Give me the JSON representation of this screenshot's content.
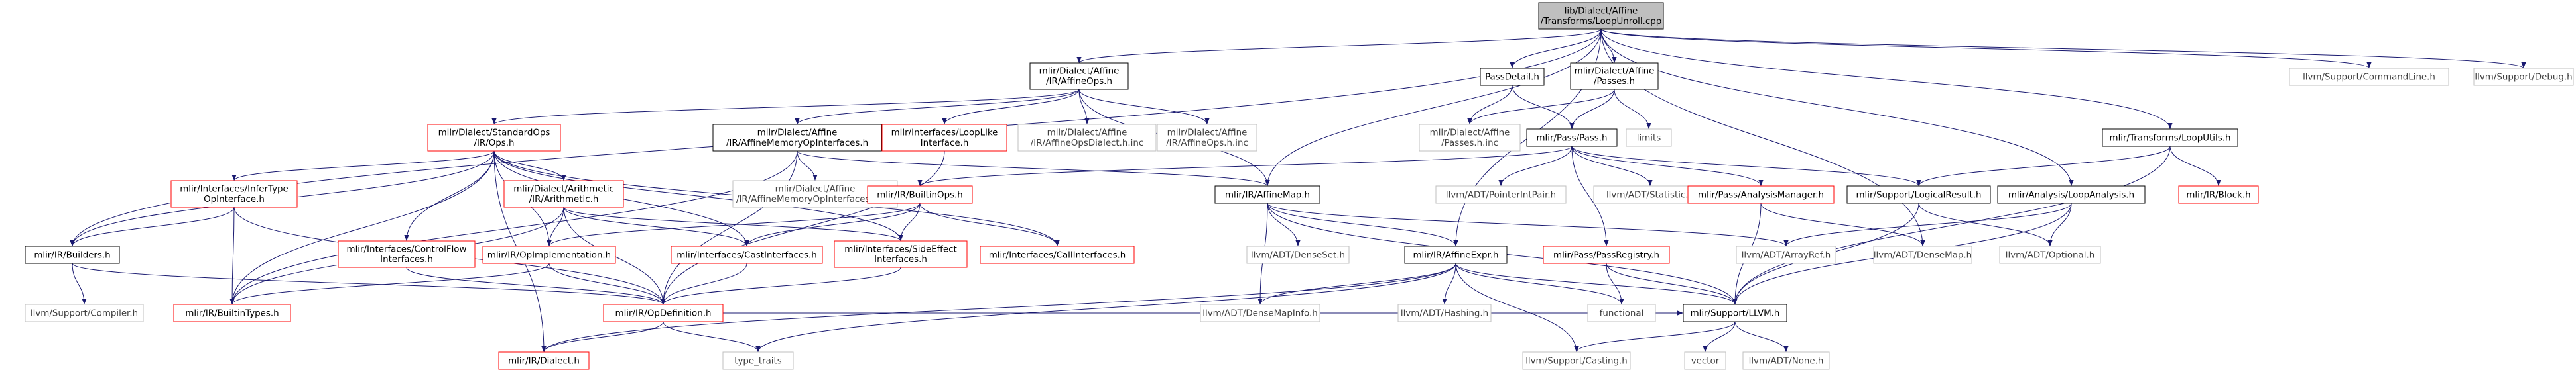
{
  "nodes": [
    {
      "id": "root",
      "lines": [
        "lib/Dialect/Affine",
        "/Transforms/LoopUnroll.cpp"
      ],
      "style": "root"
    },
    {
      "id": "n_affineops",
      "lines": [
        "mlir/Dialect/Affine",
        "/IR/AffineOps.h"
      ],
      "style": "normal"
    },
    {
      "id": "n_passdetail",
      "lines": [
        "PassDetail.h"
      ],
      "style": "normal"
    },
    {
      "id": "n_affinepasses",
      "lines": [
        "mlir/Dialect/Affine",
        "/Passes.h"
      ],
      "style": "normal"
    },
    {
      "id": "n_cmdline",
      "lines": [
        "llvm/Support/CommandLine.h"
      ],
      "style": "grey"
    },
    {
      "id": "n_debug",
      "lines": [
        "llvm/Support/Debug.h"
      ],
      "style": "grey"
    },
    {
      "id": "n_stdops",
      "lines": [
        "mlir/Dialect/StandardOps",
        "/IR/Ops.h"
      ],
      "style": "red"
    },
    {
      "id": "n_affinememif",
      "lines": [
        "mlir/Dialect/Affine",
        "/IR/AffineMemoryOpInterfaces.h"
      ],
      "style": "normal"
    },
    {
      "id": "n_looplike",
      "lines": [
        "mlir/Interfaces/LoopLike",
        "Interface.h"
      ],
      "style": "red"
    },
    {
      "id": "n_affineopsdialect",
      "lines": [
        "mlir/Dialect/Affine",
        "/IR/AffineOpsDialect.h.inc"
      ],
      "style": "grey"
    },
    {
      "id": "n_affineopshinc",
      "lines": [
        "mlir/Dialect/Affine",
        "/IR/AffineOps.h.inc"
      ],
      "style": "grey"
    },
    {
      "id": "n_passesinc",
      "lines": [
        "mlir/Dialect/Affine",
        "/Passes.h.inc"
      ],
      "style": "grey"
    },
    {
      "id": "n_pass",
      "lines": [
        "mlir/Pass/Pass.h"
      ],
      "style": "normal"
    },
    {
      "id": "n_limits",
      "lines": [
        "limits"
      ],
      "style": "grey"
    },
    {
      "id": "n_looputils",
      "lines": [
        "mlir/Transforms/LoopUtils.h"
      ],
      "style": "normal"
    },
    {
      "id": "n_infertype",
      "lines": [
        "mlir/Interfaces/InferType",
        "OpInterface.h"
      ],
      "style": "red"
    },
    {
      "id": "n_arith",
      "lines": [
        "mlir/Dialect/Arithmetic",
        "/IR/Arithmetic.h"
      ],
      "style": "red"
    },
    {
      "id": "n_affinememifinc",
      "lines": [
        "mlir/Dialect/Affine",
        "/IR/AffineMemoryOpInterfaces.h.inc"
      ],
      "style": "grey"
    },
    {
      "id": "n_affinemap",
      "lines": [
        "mlir/IR/AffineMap.h"
      ],
      "style": "normal"
    },
    {
      "id": "n_builtinops",
      "lines": [
        "mlir/IR/BuiltinOps.h"
      ],
      "style": "red"
    },
    {
      "id": "n_ptrintpair",
      "lines": [
        "llvm/ADT/PointerIntPair.h"
      ],
      "style": "grey"
    },
    {
      "id": "n_statistic",
      "lines": [
        "llvm/ADT/Statistic.h"
      ],
      "style": "grey"
    },
    {
      "id": "n_analysismgr",
      "lines": [
        "mlir/Pass/AnalysisManager.h"
      ],
      "style": "red"
    },
    {
      "id": "n_logicalresult",
      "lines": [
        "mlir/Support/LogicalResult.h"
      ],
      "style": "normal"
    },
    {
      "id": "n_loopanalysis",
      "lines": [
        "mlir/Analysis/LoopAnalysis.h"
      ],
      "style": "normal"
    },
    {
      "id": "n_block",
      "lines": [
        "mlir/IR/Block.h"
      ],
      "style": "red"
    },
    {
      "id": "n_builders",
      "lines": [
        "mlir/IR/Builders.h"
      ],
      "style": "normal"
    },
    {
      "id": "n_controlflow",
      "lines": [
        "mlir/Interfaces/ControlFlow",
        "Interfaces.h"
      ],
      "style": "red"
    },
    {
      "id": "n_opimpl",
      "lines": [
        "mlir/IR/OpImplementation.h"
      ],
      "style": "red"
    },
    {
      "id": "n_castif",
      "lines": [
        "mlir/Interfaces/CastInterfaces.h"
      ],
      "style": "red"
    },
    {
      "id": "n_sideeffect",
      "lines": [
        "mlir/Interfaces/SideEffect",
        "Interfaces.h"
      ],
      "style": "red"
    },
    {
      "id": "n_callif",
      "lines": [
        "mlir/Interfaces/CallInterfaces.h"
      ],
      "style": "red"
    },
    {
      "id": "n_denseset",
      "lines": [
        "llvm/ADT/DenseSet.h"
      ],
      "style": "grey"
    },
    {
      "id": "n_affineexpr",
      "lines": [
        "mlir/IR/AffineExpr.h"
      ],
      "style": "normal"
    },
    {
      "id": "n_passregistry",
      "lines": [
        "mlir/Pass/PassRegistry.h"
      ],
      "style": "red"
    },
    {
      "id": "n_arrayref",
      "lines": [
        "llvm/ADT/ArrayRef.h"
      ],
      "style": "grey"
    },
    {
      "id": "n_densemap",
      "lines": [
        "llvm/ADT/DenseMap.h"
      ],
      "style": "grey"
    },
    {
      "id": "n_optional",
      "lines": [
        "llvm/ADT/Optional.h"
      ],
      "style": "grey"
    },
    {
      "id": "n_compiler",
      "lines": [
        "llvm/Support/Compiler.h"
      ],
      "style": "grey"
    },
    {
      "id": "n_builtintypes",
      "lines": [
        "mlir/IR/BuiltinTypes.h"
      ],
      "style": "red"
    },
    {
      "id": "n_opdef",
      "lines": [
        "mlir/IR/OpDefinition.h"
      ],
      "style": "red"
    },
    {
      "id": "n_densemapinfo",
      "lines": [
        "llvm/ADT/DenseMapInfo.h"
      ],
      "style": "grey"
    },
    {
      "id": "n_hashing",
      "lines": [
        "llvm/ADT/Hashing.h"
      ],
      "style": "grey"
    },
    {
      "id": "n_functional",
      "lines": [
        "functional"
      ],
      "style": "grey"
    },
    {
      "id": "n_llvm",
      "lines": [
        "mlir/Support/LLVM.h"
      ],
      "style": "normal"
    },
    {
      "id": "n_dialect",
      "lines": [
        "mlir/IR/Dialect.h"
      ],
      "style": "red"
    },
    {
      "id": "n_typetraits",
      "lines": [
        "type_traits"
      ],
      "style": "grey"
    },
    {
      "id": "n_casting",
      "lines": [
        "llvm/Support/Casting.h"
      ],
      "style": "grey"
    },
    {
      "id": "n_vector",
      "lines": [
        "vector"
      ],
      "style": "grey"
    },
    {
      "id": "n_none",
      "lines": [
        "llvm/ADT/None.h"
      ],
      "style": "grey"
    }
  ],
  "edges": [
    [
      "root",
      "n_affineops"
    ],
    [
      "root",
      "n_passdetail"
    ],
    [
      "root",
      "n_affinepasses"
    ],
    [
      "root",
      "n_cmdline"
    ],
    [
      "root",
      "n_debug"
    ],
    [
      "root",
      "n_looputils"
    ],
    [
      "root",
      "n_loopanalysis"
    ],
    [
      "root",
      "n_affinemap"
    ],
    [
      "root",
      "n_builders"
    ],
    [
      "root",
      "n_affineexpr"
    ],
    [
      "root",
      "n_densemap"
    ],
    [
      "n_affineops",
      "n_stdops"
    ],
    [
      "n_affineops",
      "n_affinememif"
    ],
    [
      "n_affineops",
      "n_looplike"
    ],
    [
      "n_affineops",
      "n_affineopsdialect"
    ],
    [
      "n_affineops",
      "n_affineopshinc"
    ],
    [
      "n_affineops",
      "n_affinemap"
    ],
    [
      "n_passdetail",
      "n_passesinc"
    ],
    [
      "n_passdetail",
      "n_pass"
    ],
    [
      "n_affinepasses",
      "n_passesinc"
    ],
    [
      "n_affinepasses",
      "n_pass"
    ],
    [
      "n_affinepasses",
      "n_limits"
    ],
    [
      "n_stdops",
      "n_infertype"
    ],
    [
      "n_stdops",
      "n_arith"
    ],
    [
      "n_stdops",
      "n_builders"
    ],
    [
      "n_stdops",
      "n_controlflow"
    ],
    [
      "n_stdops",
      "n_opimpl"
    ],
    [
      "n_stdops",
      "n_castif"
    ],
    [
      "n_stdops",
      "n_sideeffect"
    ],
    [
      "n_stdops",
      "n_callif"
    ],
    [
      "n_stdops",
      "n_builtintypes"
    ],
    [
      "n_stdops",
      "n_dialect"
    ],
    [
      "n_affinememif",
      "n_affinememifinc"
    ],
    [
      "n_affinememif",
      "n_builtintypes"
    ],
    [
      "n_affinememif",
      "n_opdef"
    ],
    [
      "n_affinememif",
      "n_affinemap"
    ],
    [
      "n_looplike",
      "n_opdef"
    ],
    [
      "n_pass",
      "n_builtinops"
    ],
    [
      "n_pass",
      "n_ptrintpair"
    ],
    [
      "n_pass",
      "n_statistic"
    ],
    [
      "n_pass",
      "n_analysismgr"
    ],
    [
      "n_pass",
      "n_logicalresult"
    ],
    [
      "n_pass",
      "n_passregistry"
    ],
    [
      "n_looputils",
      "n_logicalresult"
    ],
    [
      "n_looputils",
      "n_block"
    ],
    [
      "n_looputils",
      "n_llvm"
    ],
    [
      "n_loopanalysis",
      "n_arrayref"
    ],
    [
      "n_loopanalysis",
      "n_optional"
    ],
    [
      "n_loopanalysis",
      "n_llvm"
    ],
    [
      "n_infertype",
      "n_builders"
    ],
    [
      "n_infertype",
      "n_builtintypes"
    ],
    [
      "n_infertype",
      "n_opdef"
    ],
    [
      "n_arith",
      "n_opimpl"
    ],
    [
      "n_arith",
      "n_castif"
    ],
    [
      "n_arith",
      "n_sideeffect"
    ],
    [
      "n_arith",
      "n_builtintypes"
    ],
    [
      "n_arith",
      "n_opdef"
    ],
    [
      "n_affinemap",
      "n_affineexpr"
    ],
    [
      "n_affinemap",
      "n_denseset"
    ],
    [
      "n_affinemap",
      "n_densemapinfo"
    ],
    [
      "n_affinemap",
      "n_arrayref"
    ],
    [
      "n_affinemap",
      "n_llvm"
    ],
    [
      "n_builtinops",
      "n_opimpl"
    ],
    [
      "n_builtinops",
      "n_castif"
    ],
    [
      "n_builtinops",
      "n_sideeffect"
    ],
    [
      "n_builtinops",
      "n_callif"
    ],
    [
      "n_analysismgr",
      "n_densemap"
    ],
    [
      "n_analysismgr",
      "n_llvm"
    ],
    [
      "n_logicalresult",
      "n_optional"
    ],
    [
      "n_logicalresult",
      "n_llvm"
    ],
    [
      "n_builders",
      "n_compiler"
    ],
    [
      "n_builders",
      "n_opdef"
    ],
    [
      "n_controlflow",
      "n_opdef"
    ],
    [
      "n_opimpl",
      "n_builtintypes"
    ],
    [
      "n_opimpl",
      "n_opdef"
    ],
    [
      "n_castif",
      "n_opdef"
    ],
    [
      "n_sideeffect",
      "n_opdef"
    ],
    [
      "n_affineexpr",
      "n_densemapinfo"
    ],
    [
      "n_affineexpr",
      "n_hashing"
    ],
    [
      "n_affineexpr",
      "n_functional"
    ],
    [
      "n_affineexpr",
      "n_llvm"
    ],
    [
      "n_affineexpr",
      "n_casting"
    ],
    [
      "n_affineexpr",
      "n_typetraits"
    ],
    [
      "n_affineexpr",
      "n_dialect"
    ],
    [
      "n_passregistry",
      "n_functional"
    ],
    [
      "n_passregistry",
      "n_llvm"
    ],
    [
      "n_opdef",
      "n_dialect"
    ],
    [
      "n_opdef",
      "n_typetraits"
    ],
    [
      "n_opdef",
      "n_llvm"
    ],
    [
      "n_llvm",
      "n_casting"
    ],
    [
      "n_llvm",
      "n_vector"
    ],
    [
      "n_llvm",
      "n_none"
    ]
  ],
  "colors": {
    "root_fill": "#bfbfbf",
    "node_border": "#000000",
    "red_border": "#ff0000",
    "grey_border": "#bfbfbf",
    "edge": "#191970"
  }
}
